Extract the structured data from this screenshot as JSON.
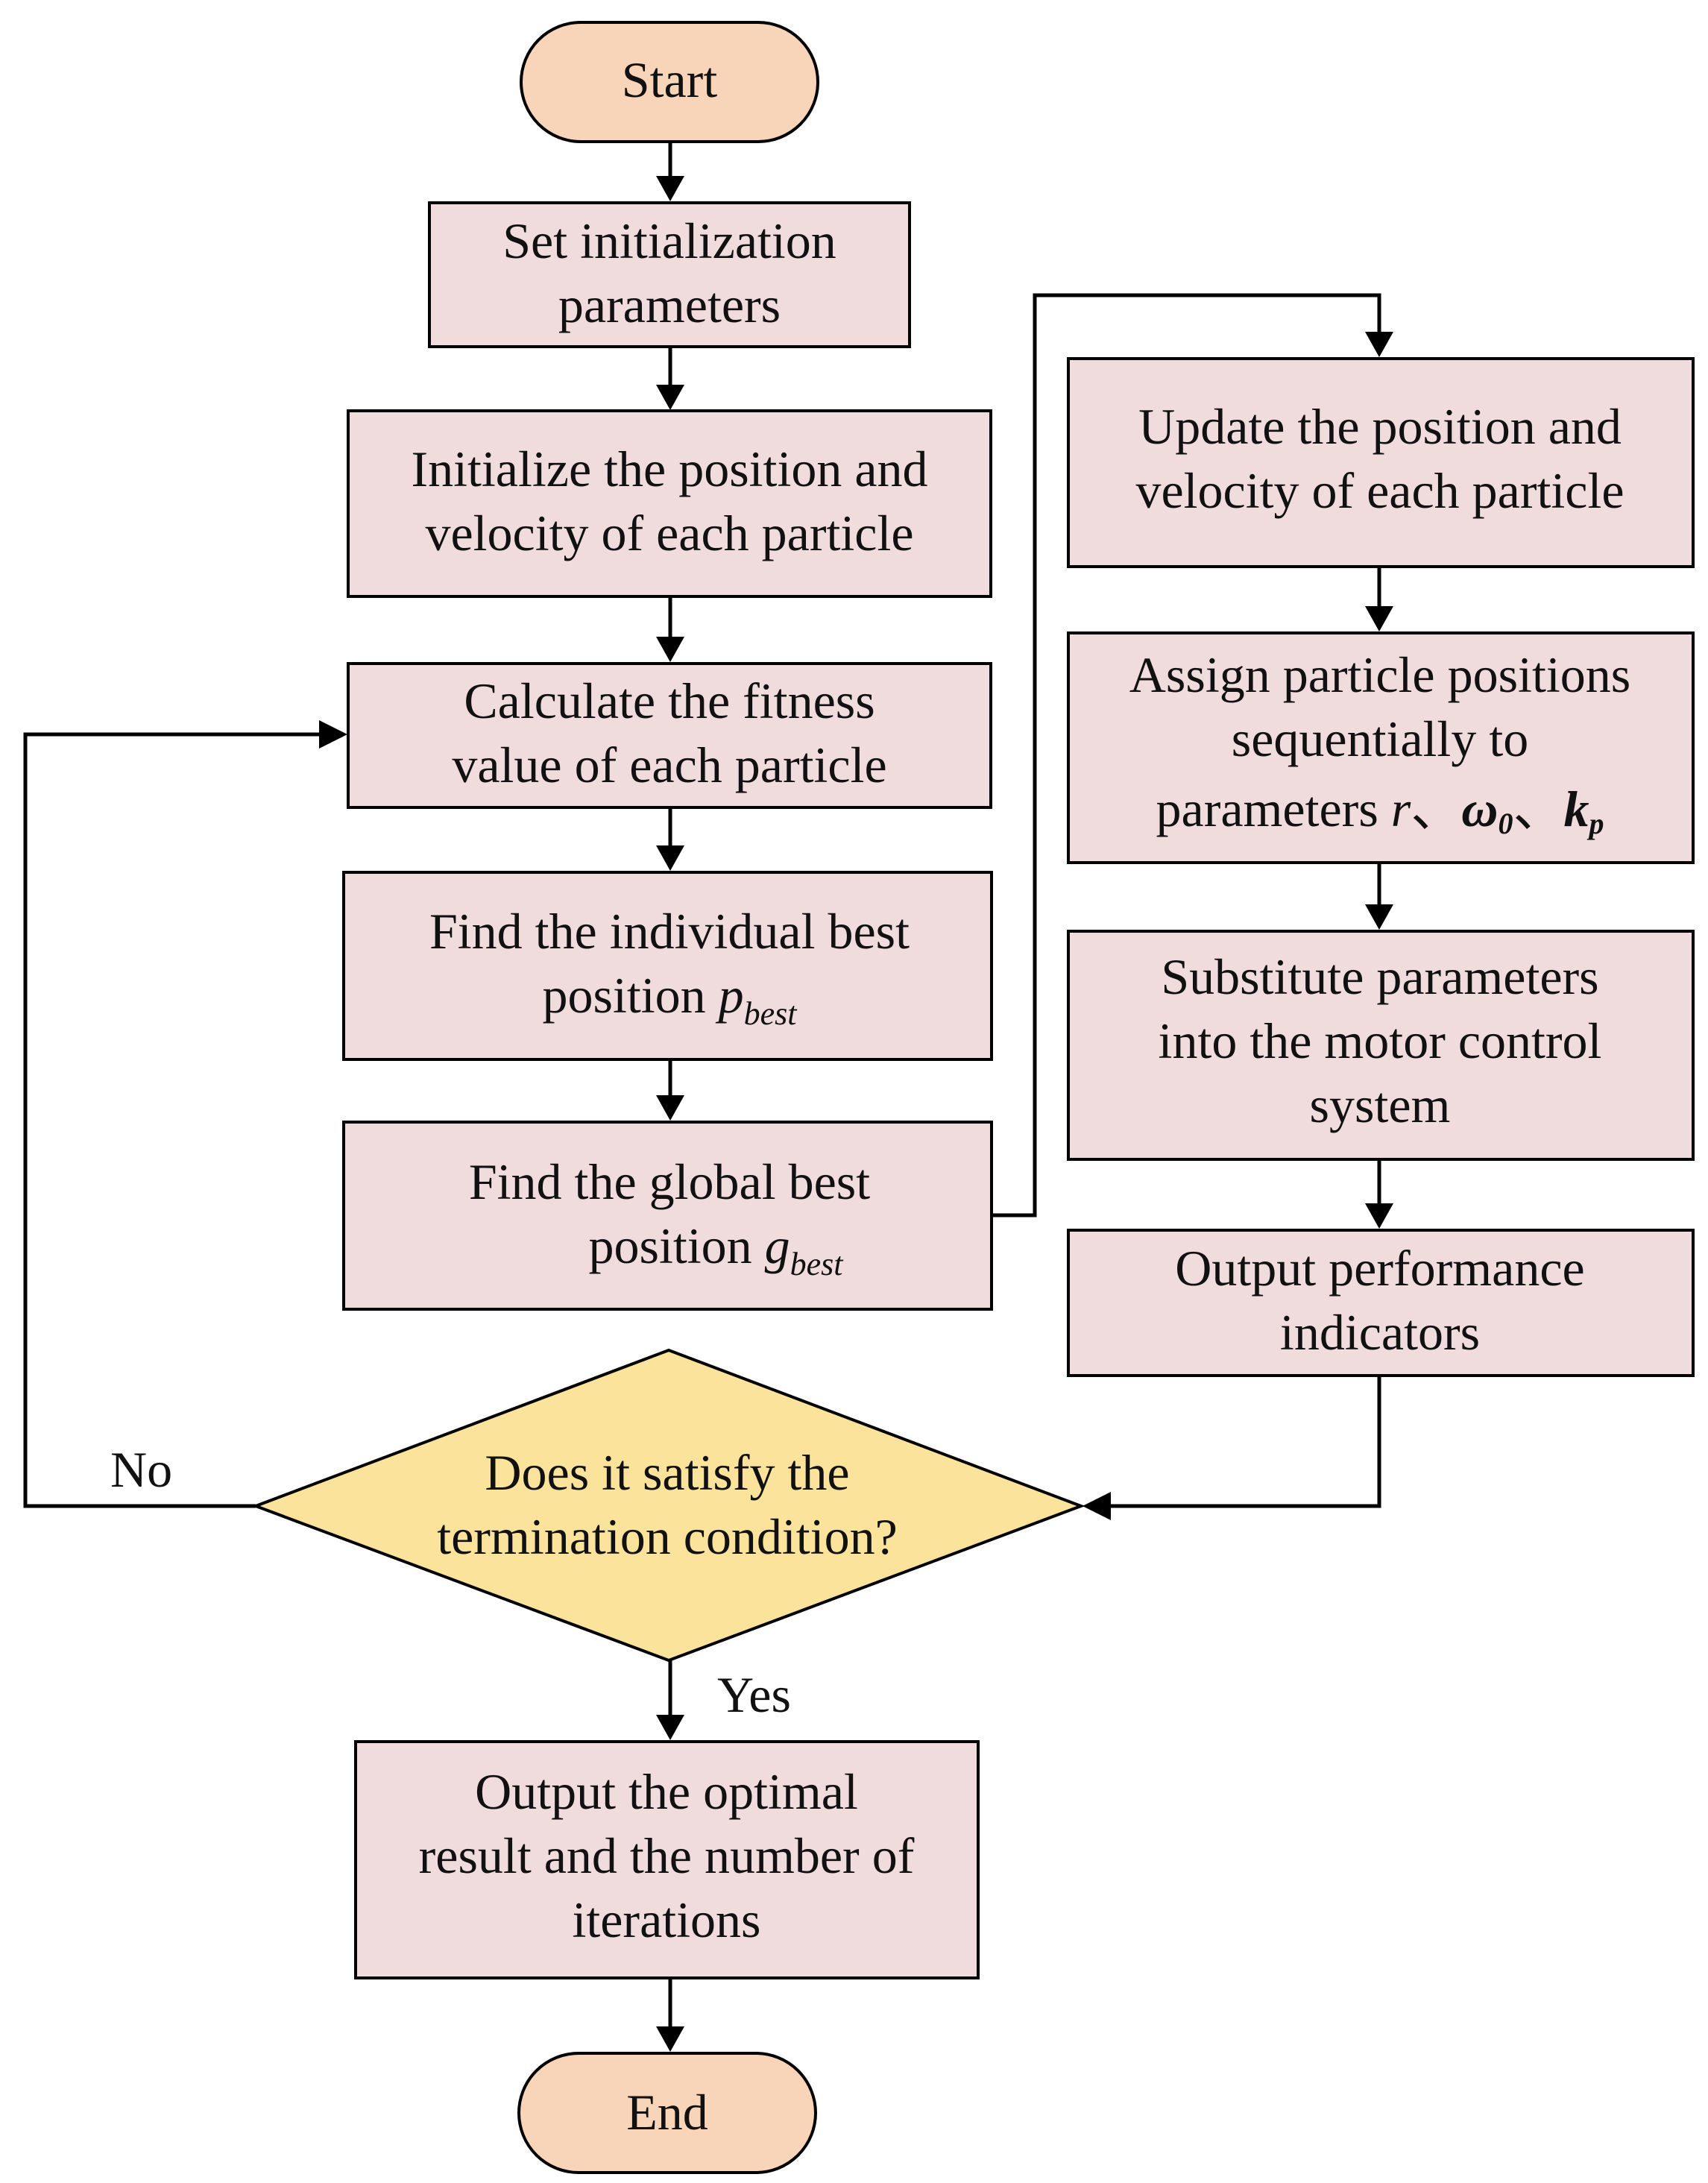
{
  "colors": {
    "terminal_fill": "#F8D4B8",
    "process_fill": "#F0DCDC",
    "decision_fill": "#FBE39B",
    "stroke": "#000000"
  },
  "nodes": {
    "start": {
      "text": "Start"
    },
    "set_init": {
      "line1": "Set initialization",
      "line2": "parameters"
    },
    "init_pos": {
      "line1": "Initialize the position and",
      "line2": "velocity of each particle"
    },
    "calc_fitness": {
      "line1": "Calculate the fitness",
      "line2": "value of each particle"
    },
    "find_pbest": {
      "line1": "Find the individual best",
      "line2_prefix": "position ",
      "symbol": "p",
      "subscript": "best"
    },
    "find_gbest": {
      "line1": "Find the global best",
      "line2_prefix": "position ",
      "symbol": "g",
      "subscript": "best"
    },
    "update_pos": {
      "line1": "Update the position and",
      "line2": "velocity of each particle"
    },
    "assign": {
      "line1": "Assign particle positions",
      "line2": "sequentially to",
      "line3_prefix": "parameters ",
      "sym_r": "r",
      "sep1": "、",
      "sym_omega": "ω",
      "sub_omega": "0",
      "sep2": "、",
      "sym_k": "k",
      "sub_k": "p"
    },
    "substitute": {
      "line1": "Substitute parameters",
      "line2": "into the motor control",
      "line3": "system"
    },
    "output_perf": {
      "line1": "Output performance",
      "line2": "indicators"
    },
    "decision": {
      "line1": "Does it satisfy the",
      "line2": "termination condition?"
    },
    "output_opt": {
      "line1": "Output the optimal",
      "line2": "result and the number of",
      "line3": "iterations"
    },
    "end": {
      "text": "End"
    }
  },
  "edge_labels": {
    "no": "No",
    "yes": "Yes"
  }
}
